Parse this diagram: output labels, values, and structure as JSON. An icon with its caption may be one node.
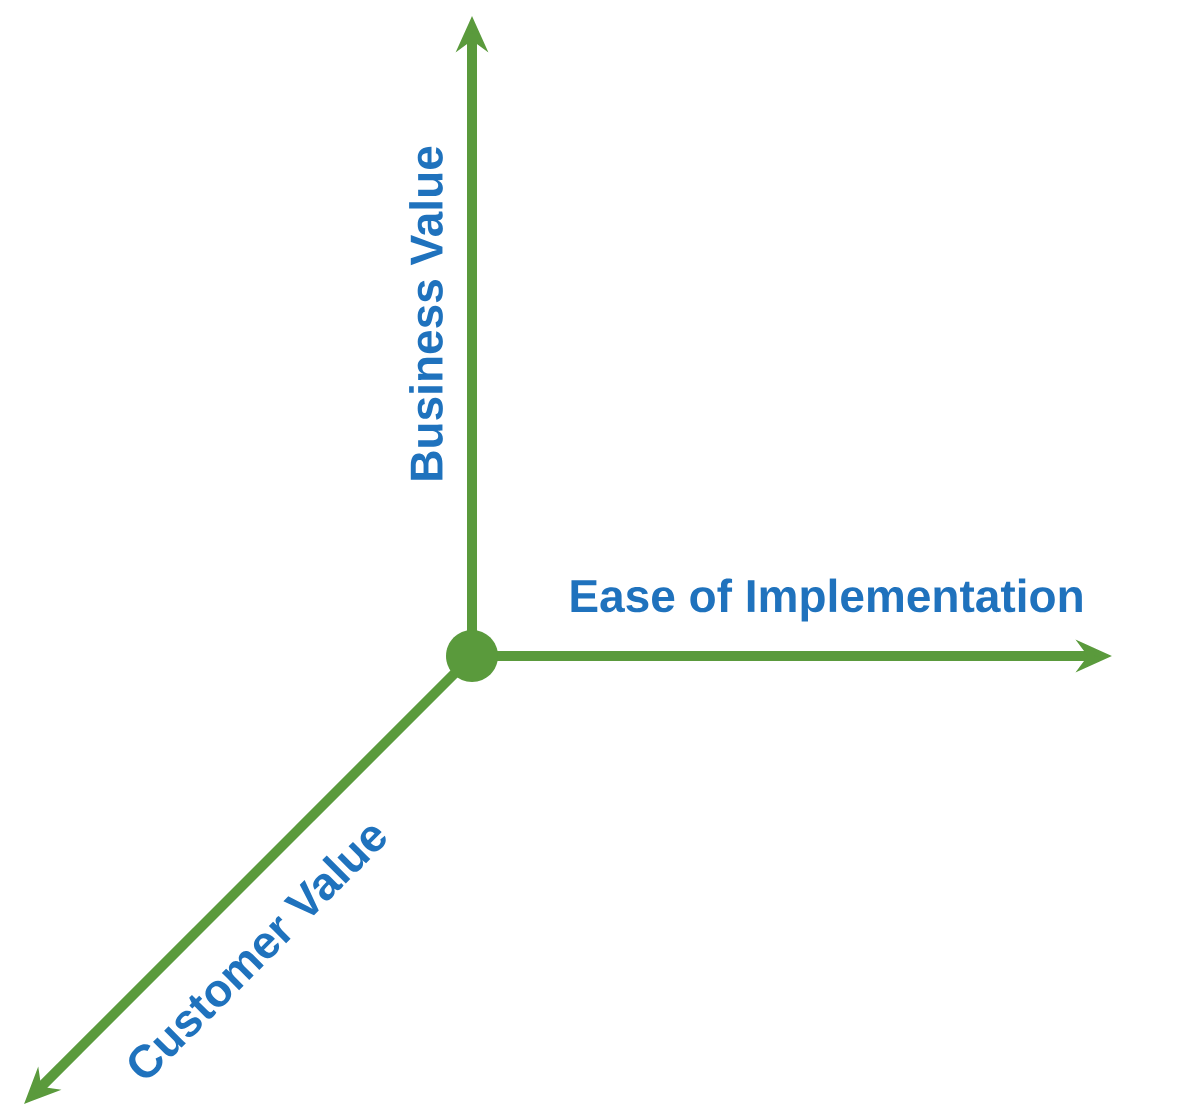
{
  "diagram": {
    "labels": [
      "Business Value",
      "Ease of Implementation",
      "Customer Value"
    ]
  }
}
